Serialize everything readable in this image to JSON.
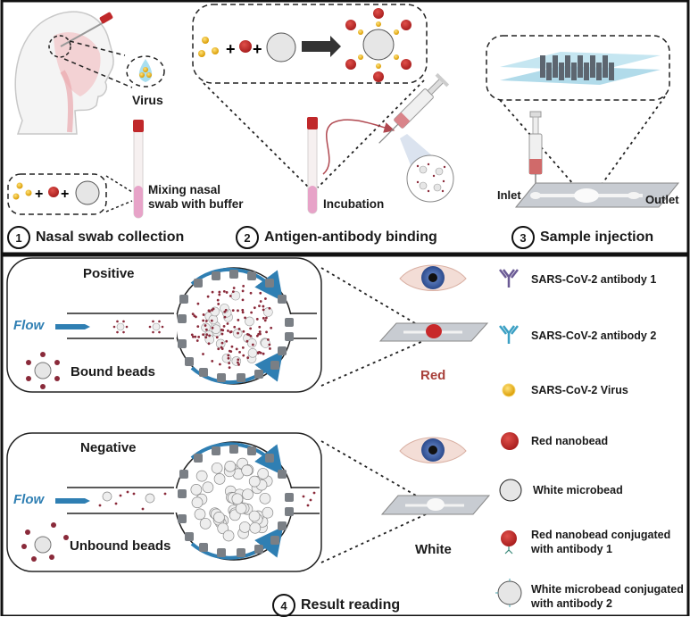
{
  "top_panel": {
    "step1": {
      "number": "1",
      "label": "Nasal swab collection"
    },
    "step2": {
      "number": "2",
      "label": "Antigen-antibody binding"
    },
    "step3": {
      "number": "3",
      "label": "Sample injection"
    },
    "virus_label": "Virus",
    "mixing_label_line1": "Mixing nasal",
    "mixing_label_line2": "swab with buffer",
    "incubation_label": "Incubation",
    "inlet_label": "Inlet",
    "outlet_label": "Outlet"
  },
  "bottom_panel": {
    "positive": {
      "title": "Positive",
      "flow_label": "Flow",
      "beads_label": "Bound beads",
      "result": "Red"
    },
    "negative": {
      "title": "Negative",
      "flow_label": "Flow",
      "beads_label": "Unbound beads",
      "result": "White"
    },
    "step4": {
      "number": "4",
      "label": "Result reading"
    }
  },
  "legend": [
    {
      "icon": "antibody-1-icon",
      "label": "SARS-CoV-2 antibody 1",
      "color": "#6b5b95"
    },
    {
      "icon": "antibody-2-icon",
      "label": "SARS-CoV-2 antibody 2",
      "color": "#3ba0c4"
    },
    {
      "icon": "virus-icon",
      "label": "SARS-CoV-2 Virus",
      "color": "#e8a800"
    },
    {
      "icon": "red-nanobead-icon",
      "label": "Red nanobead",
      "color": "#c0282a"
    },
    {
      "icon": "white-microbead-icon",
      "label": "White microbead",
      "color": "#e6e6e6"
    },
    {
      "icon": "conjugated-nanobead-icon",
      "label_line1": "Red nanobead conjugated",
      "label_line2": "with antibody 1"
    },
    {
      "icon": "conjugated-microbead-icon",
      "label_line1": "White microbead conjugated",
      "label_line2": "with antibody 2"
    }
  ],
  "colors": {
    "red_result": "#a8403a",
    "flow_blue": "#2f7fb3",
    "bead_red": "#c0282a",
    "virus_yellow": "#e8b000"
  }
}
